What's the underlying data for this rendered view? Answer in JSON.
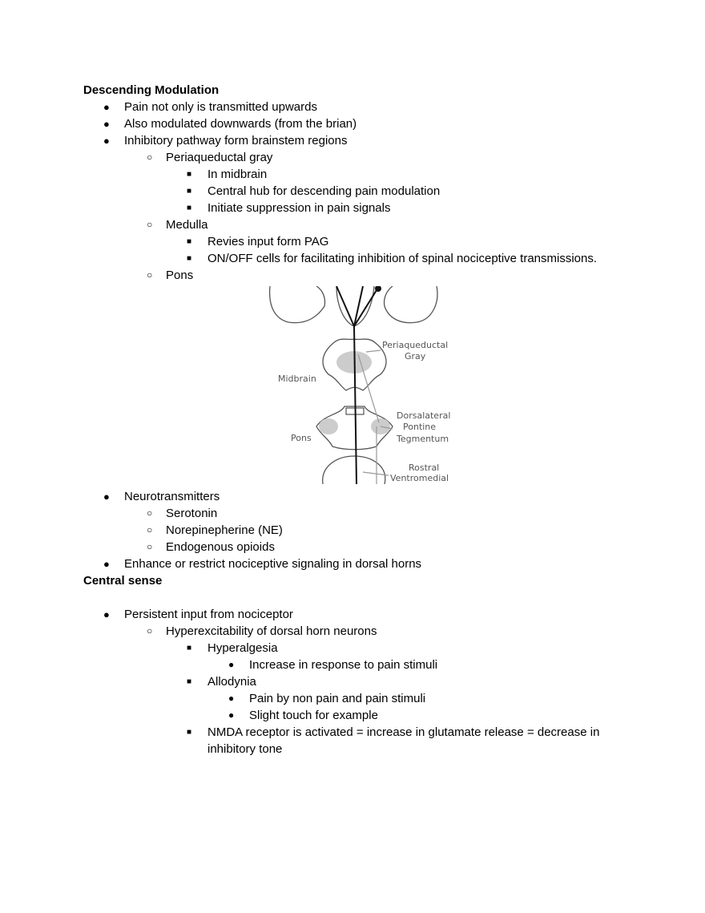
{
  "section1": {
    "heading": "Descending Modulation",
    "items": [
      "Pain not only is transmitted upwards",
      "Also modulated downwards (from the brian)",
      "Inhibitory pathway form brainstem regions",
      "Periaqueductal gray",
      "In midbrain",
      "Central hub for descending pain modulation",
      "Initiate suppression in pain signals",
      "Medulla",
      "Revies input form PAG",
      "ON/OFF cells for facilitating inhibition of spinal nociceptive transmissions.",
      "Pons"
    ],
    "figure_labels": {
      "pag1": "Periaqueductal",
      "pag2": "Gray",
      "midbrain": "Midbrain",
      "dlpt1": "Dorsalateral",
      "dlpt2": "Pontine",
      "dlpt3": "Tegmentum",
      "pons": "Pons",
      "rvm1": "Rostral",
      "rvm2": "Ventromedial"
    },
    "items2": [
      "Neurotransmitters",
      "Serotonin",
      "Norepinepherine (NE)",
      "Endogenous opioids",
      "Enhance or restrict nociceptive signaling in dorsal horns"
    ]
  },
  "section2": {
    "heading": "Central sense",
    "items": [
      "Persistent input from nociceptor",
      "Hyperexcitability of dorsal horn neurons",
      "Hyperalgesia",
      "Increase in response to pain stimuli",
      "Allodynia",
      "Pain by non pain and pain stimuli",
      "Slight touch for example",
      "NMDA receptor is activated = increase in glutamate release  = decrease in inhibitory tone"
    ]
  },
  "bullets": {
    "l1": "●",
    "l2": "○",
    "l3": "■",
    "l4": "●"
  }
}
